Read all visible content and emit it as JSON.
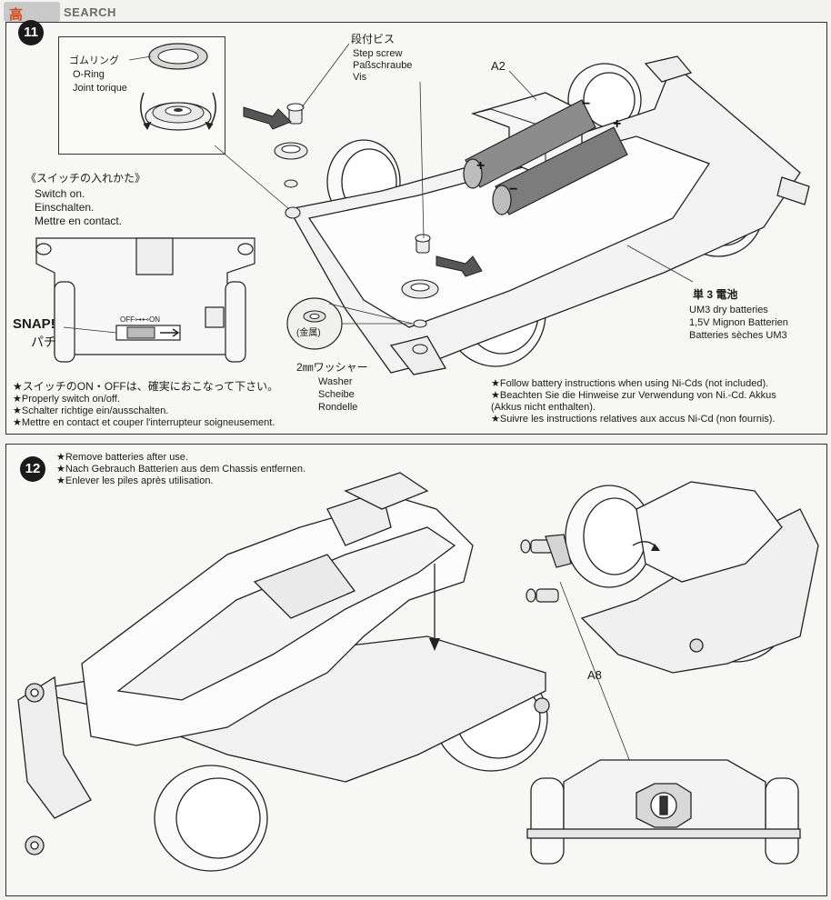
{
  "watermark": {
    "mark": "高",
    "text": "SEARCH"
  },
  "step11": {
    "number": "11",
    "oring": [
      "ゴムリング",
      "O-Ring",
      "Joint torique"
    ],
    "step_screw": [
      "段付ビス",
      "Step screw",
      "Paßschraube",
      "Vis"
    ],
    "part_a2": "A2",
    "switch_heading": "《スイッチの入れかた》",
    "switch_lines": [
      "Switch on.",
      "Einschalten.",
      "Mettre en contact."
    ],
    "snap": "SNAP!",
    "snap_jp": "パチ",
    "switch_scale": "OFF⊶⊷ON",
    "metal": "(金属)",
    "washer": [
      "2㎜ワッシャー",
      "Washer",
      "Scheibe",
      "Rondelle"
    ],
    "batteries": [
      "単 3 電池",
      "UM3 dry batteries",
      "1,5V Mignon Batterien",
      "Batteries sèches UM3"
    ],
    "plus": "+",
    "minus": "−",
    "switch_notes": [
      "★スイッチのON・OFFは、確実におこなって下さい。",
      "★Properly switch on/off.",
      "★Schalter richtige ein/ausschalten.",
      "★Mettre en contact et couper l'interrupteur soigneusement."
    ],
    "battery_notes": [
      "★Follow battery instructions when using Ni-Cds (not included).",
      "★Beachten Sie die Hinweise zur Verwendung von Ni.-Cd. Akkus",
      "(Akkus nicht enthalten).",
      "★Suivre les instructions relatives aux accus Ni-Cd (non fournis)."
    ]
  },
  "step12": {
    "number": "12",
    "notes": [
      "★Remove batteries after use.",
      "★Nach Gebrauch Batterien aus dem Chassis entfernen.",
      "★Enlever les piles après utilisation."
    ],
    "part_a8": "A8"
  }
}
